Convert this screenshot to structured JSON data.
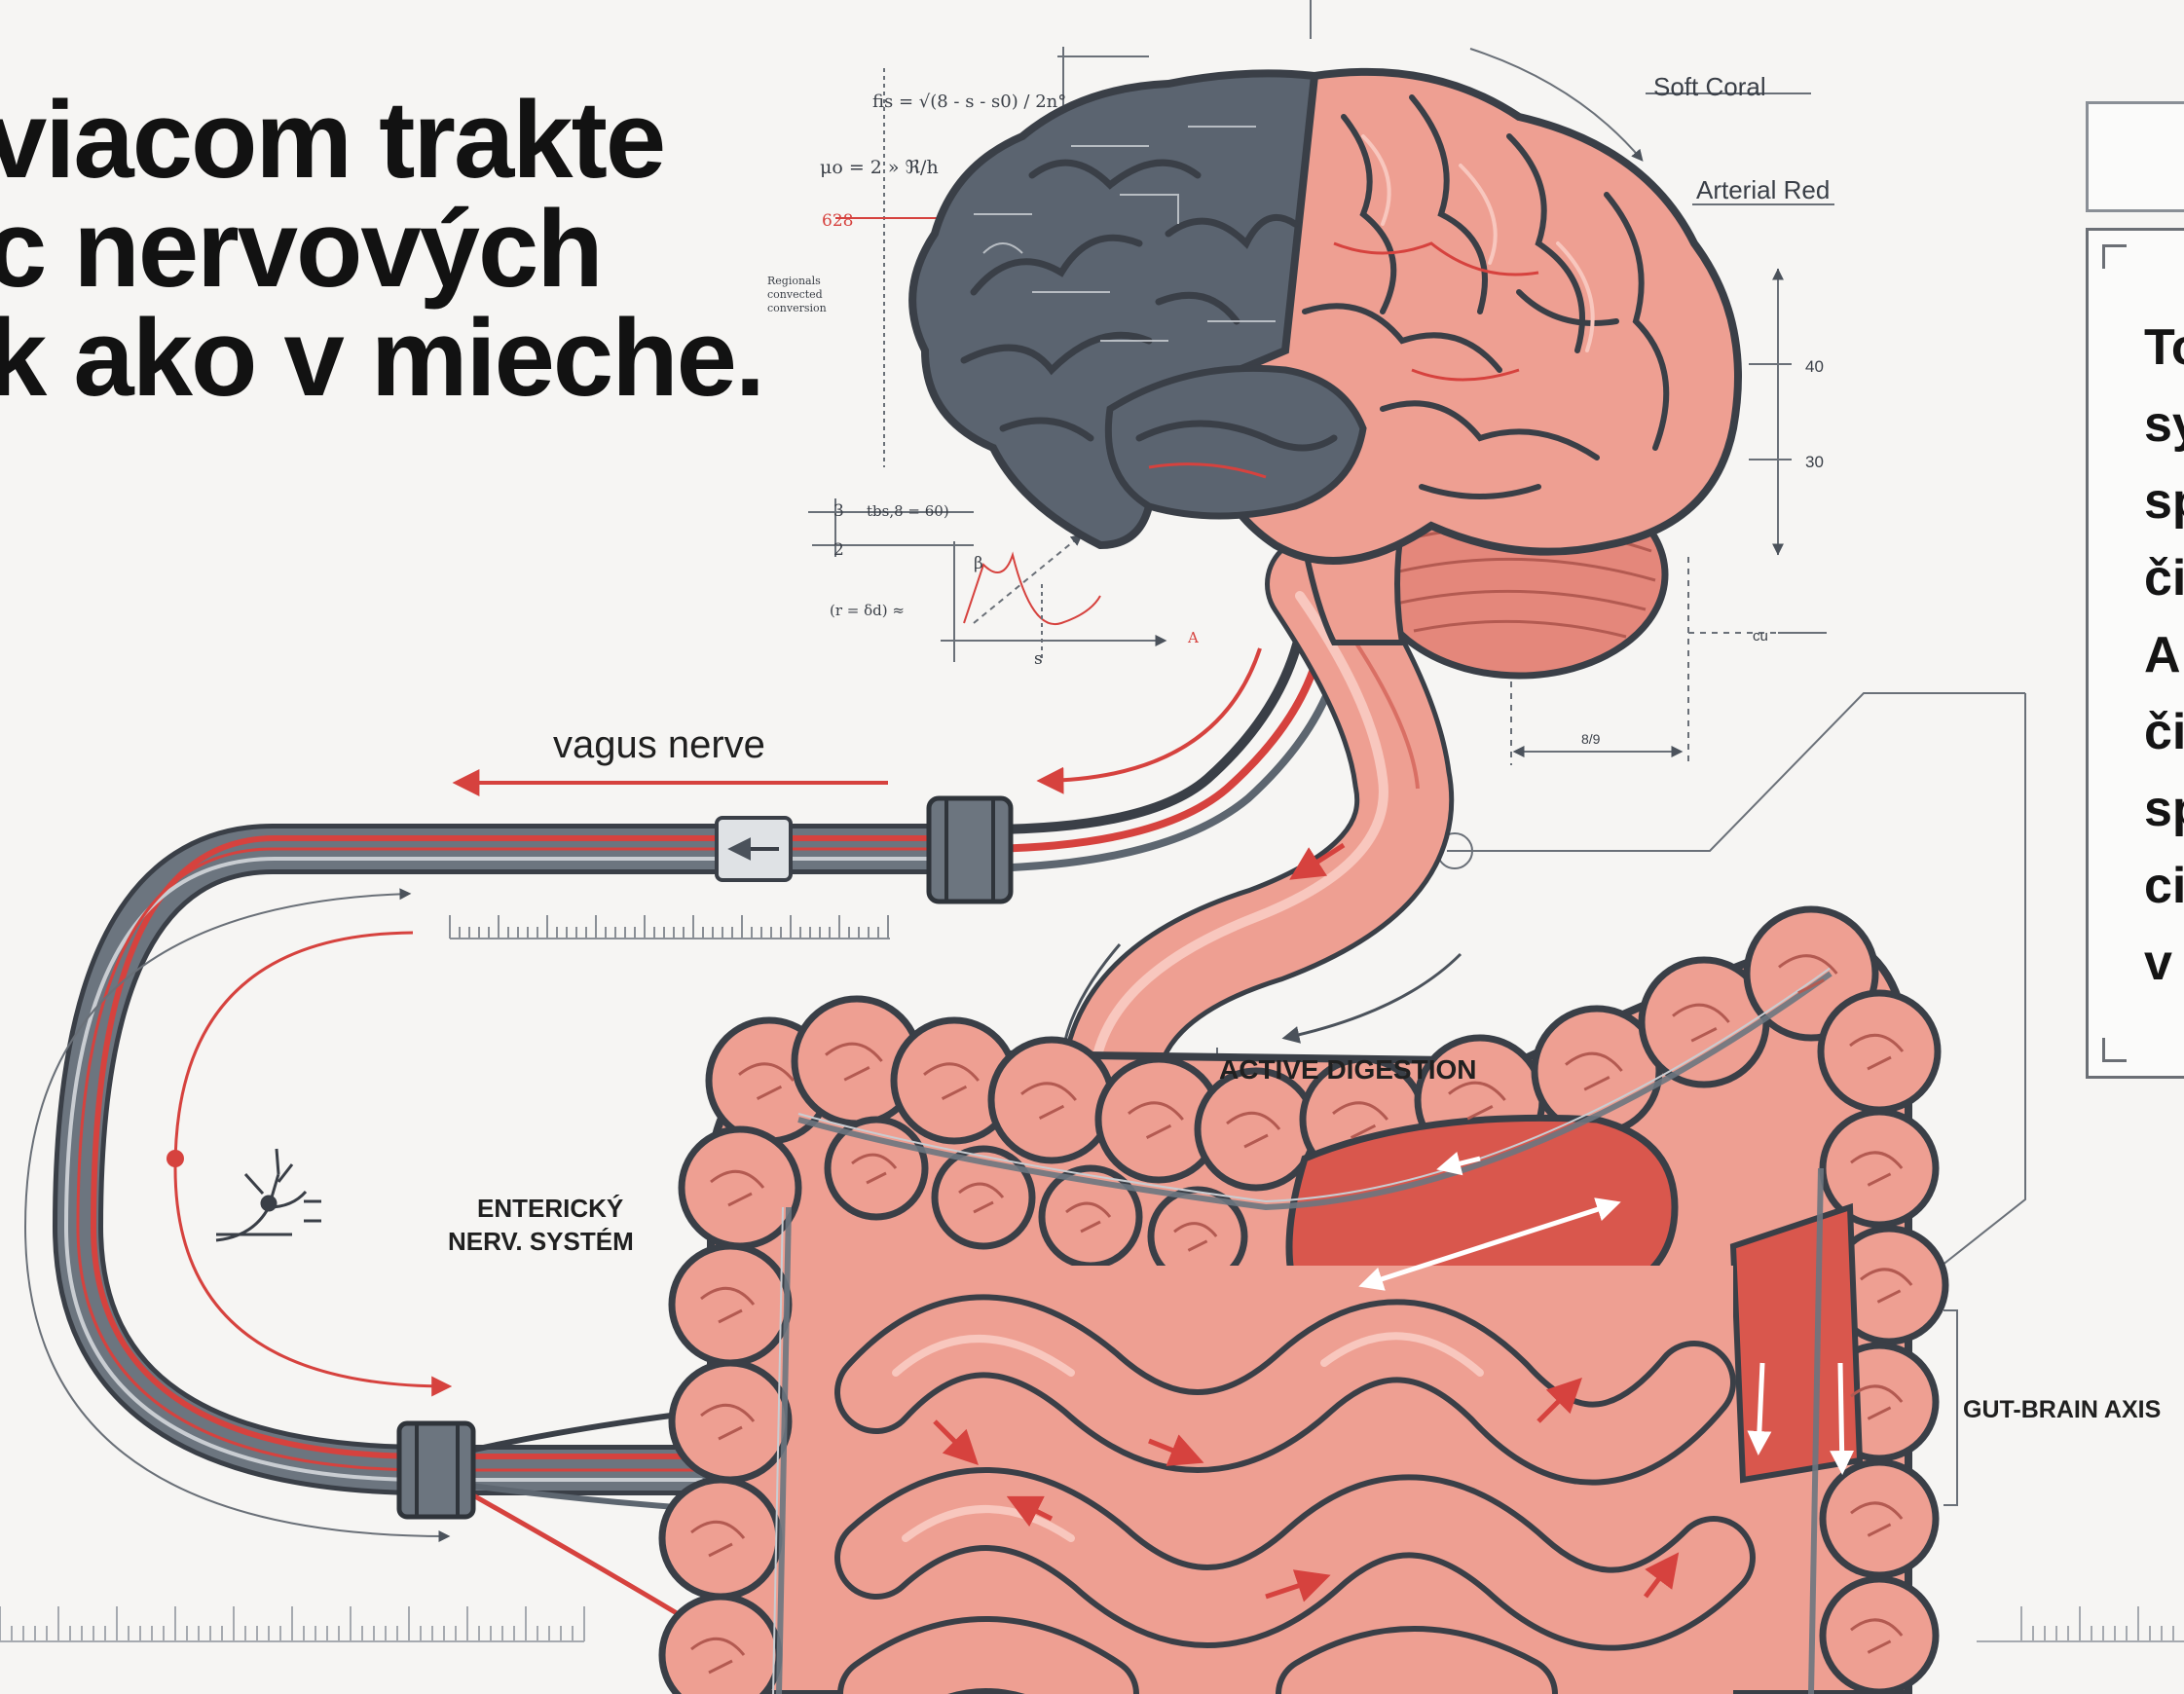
{
  "headline": {
    "lines": [
      "viacom trakte",
      "c nervových",
      "k ako v mieche."
    ]
  },
  "labels": {
    "vagus_nerve": "vagus nerve",
    "active_digestion": "ACTIVE DIGESTION",
    "enteric_line1": "ENTERICKÝ",
    "enteric_line2": "NERV. SYSTÉM",
    "gut_brain_axis": "GUT-BRAIN AXIS",
    "soft_coral": "Soft Coral",
    "arterial_red": "Arterial Red"
  },
  "annotations": {
    "formula_top": "fis = √(8 - s - s0) / 2n°",
    "formula_mu": "μo = 2 » ℜ/h",
    "value_628": "628",
    "tick_40": "40",
    "tick_30": "30",
    "label_cu": "cu",
    "dim_label": "8/9",
    "frac_top": "3",
    "frac_bottom": "2",
    "frac_eq": "tbs,8 = 60)",
    "eq_left": "(r = δd) ≈",
    "axis_s": "s",
    "axis_beta": "β",
    "small_red_mark": "A",
    "notes_lines": [
      "Regionals",
      "convected",
      "conversion"
    ]
  },
  "side_panel": {
    "lines": [
      "To",
      "sy",
      "sp",
      "či",
      "A",
      "či",
      "sp",
      "ci",
      "v"
    ]
  },
  "colors": {
    "background": "#f6f5f3",
    "gray_lobe": "#5b6470",
    "pink_tissue": "#ee9f92",
    "pink_shadow": "#d96f64",
    "accent_red": "#d6423e",
    "outline": "#3a3f47",
    "cable_gray": "#5d6670"
  }
}
